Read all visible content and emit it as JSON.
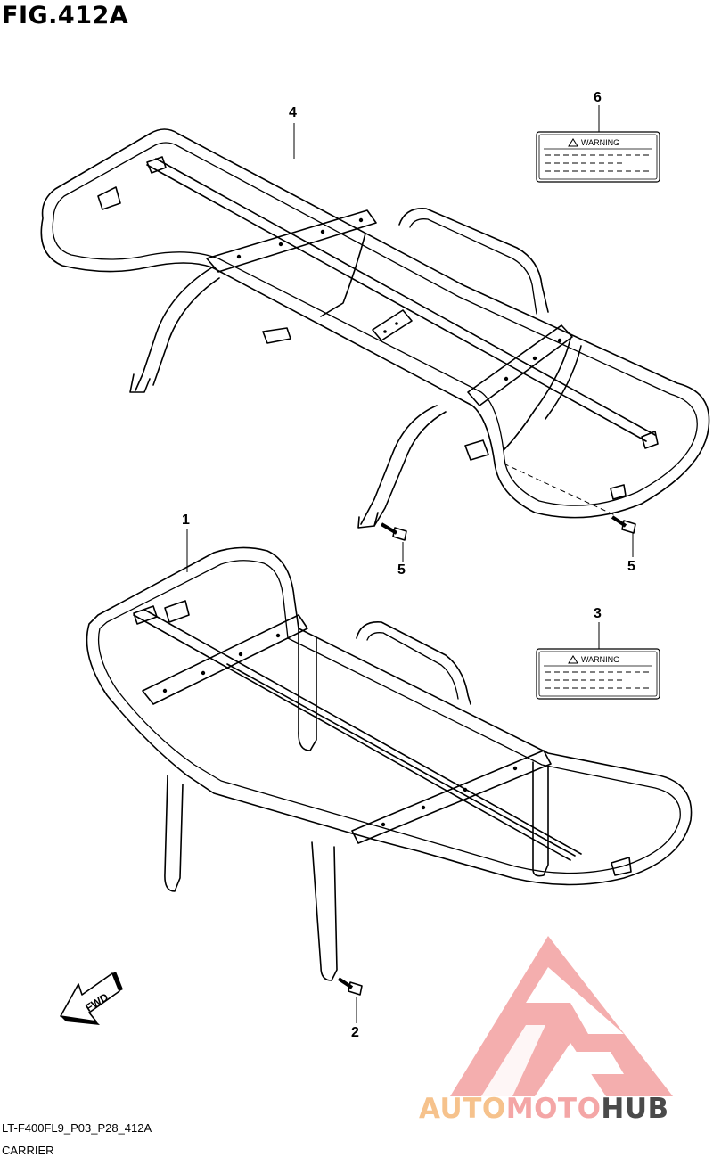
{
  "figure": {
    "title": "FIG.412A",
    "code": "LT-F400FL9_P03_P28_412A",
    "name": "CARRIER"
  },
  "callouts": {
    "part_1": "1",
    "part_2": "2",
    "part_3": "3",
    "part_4": "4",
    "part_5_left": "5",
    "part_5_right": "5",
    "part_6": "6"
  },
  "labels": {
    "warning_6": "WARNING",
    "warning_3": "WARNING",
    "fwd": "FWD"
  },
  "watermark": {
    "text_a": "AUTO",
    "text_b": "MOTO",
    "text_c": "HUB",
    "colors": {
      "auto": "#f6c28c",
      "moto": "#f4a6a6",
      "hub": "#4a4a4a",
      "logo": "#f29a9a"
    }
  }
}
